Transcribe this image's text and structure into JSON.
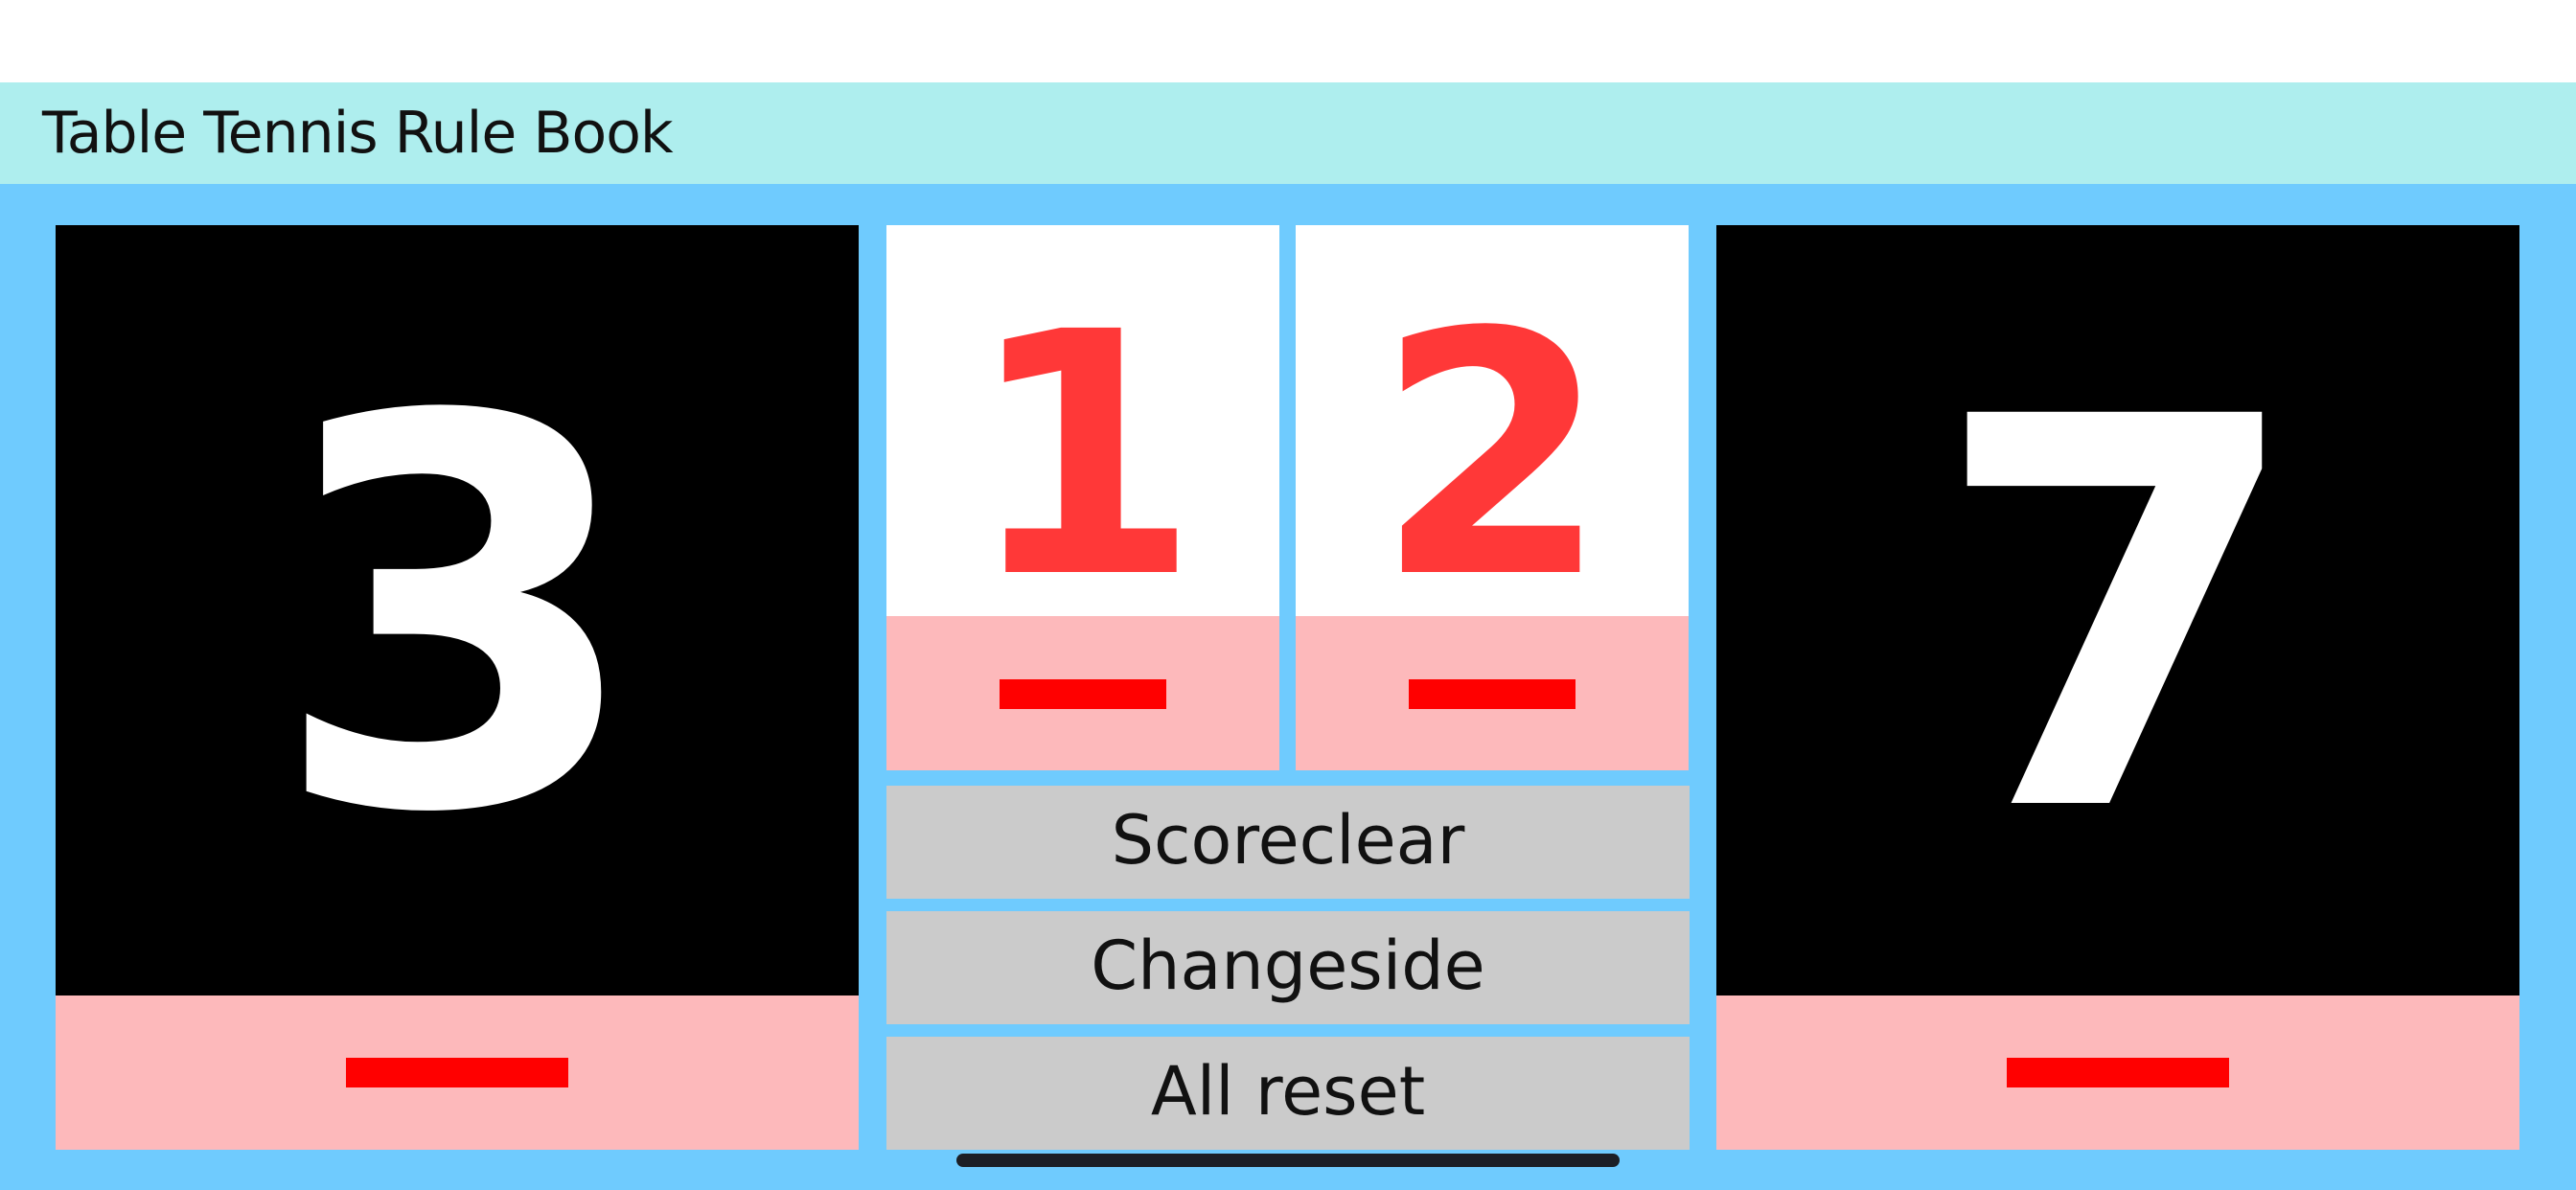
{
  "header": {
    "title": "Table Tennis Rule Book"
  },
  "left_player": {
    "games": "3",
    "minus_icon": "minus-icon"
  },
  "right_player": {
    "games": "7",
    "minus_icon": "minus-icon"
  },
  "points": {
    "left": {
      "score": "1",
      "minus_icon": "minus-icon"
    },
    "right": {
      "score": "2",
      "minus_icon": "minus-icon"
    }
  },
  "actions": {
    "score_clear": "Scoreclear",
    "change_side": "Changeside",
    "all_reset": "All reset"
  },
  "colors": {
    "background": "#6fcbfe",
    "title_bar": "#aeeeee",
    "game_panel": "#000000",
    "point_panel": "#ffffff",
    "point_digit": "#ff3838",
    "minus_zone": "#fdb9bb",
    "minus_bar": "#ff0000",
    "button": "#cbcbcb"
  }
}
